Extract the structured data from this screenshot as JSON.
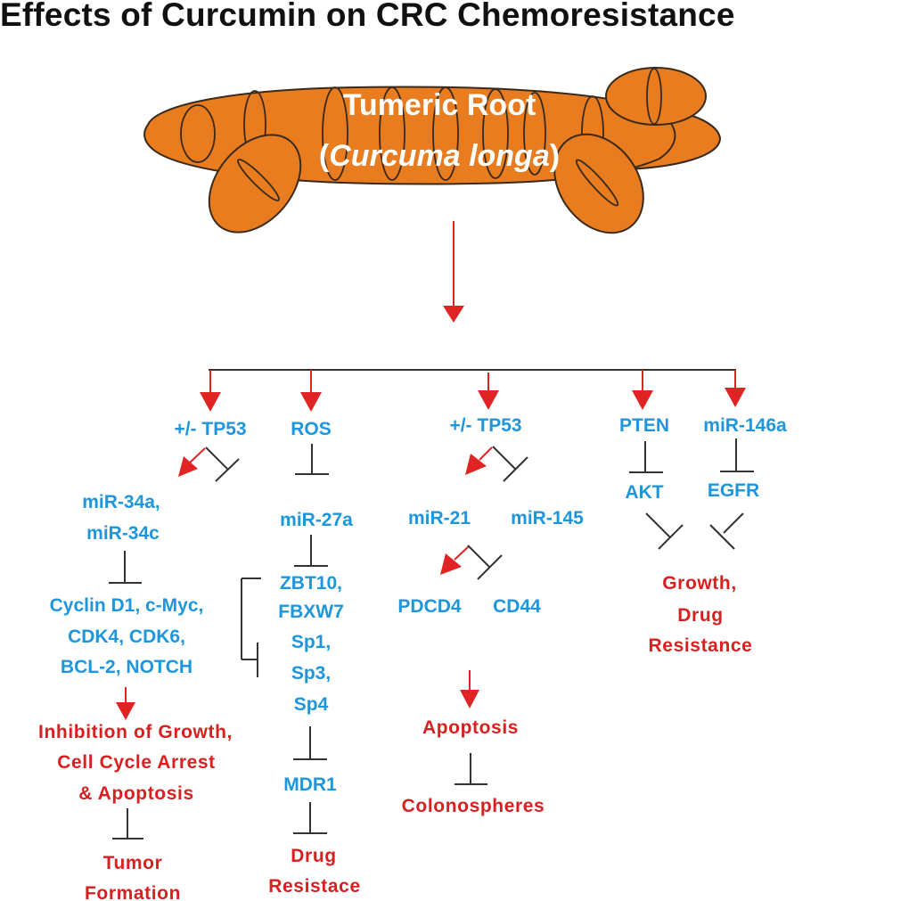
{
  "title": "Effects of Curcumin on CRC Chemoresistance",
  "source": {
    "line1": "Tumeric Root",
    "line2_open": "(",
    "line2_italic": "Curcuma longa",
    "line2_close": ")"
  },
  "colors": {
    "root_fill": "#e87c1e",
    "node_blue": "#1e96dc",
    "outcome_red": "#d91f1f",
    "activation_arrow": "#e02424",
    "inhibition_line": "#333333"
  },
  "branches": {
    "b1": {
      "top": "+/- TP53",
      "mirs": [
        "miR-34a,",
        "miR-34c"
      ],
      "targets": [
        "Cyclin D1, c-Myc,",
        "CDK4, CDK6,",
        "BCL-2, NOTCH"
      ],
      "outcome": [
        "Inhibition of Growth,",
        "Cell Cycle Arrest",
        "& Apoptosis"
      ],
      "final": [
        "Tumor",
        "Formation"
      ]
    },
    "b2": {
      "top": "ROS",
      "mir": "miR-27a",
      "targets": [
        "ZBT10,",
        "FBXW7",
        "Sp1,",
        "Sp3,",
        "Sp4"
      ],
      "gene": "MDR1",
      "final": [
        "Drug",
        "Resistace"
      ]
    },
    "b3": {
      "top": "+/- TP53",
      "mir_left": "miR-21",
      "mir_right": "miR-145",
      "target_left": "PDCD4",
      "target_right": "CD44",
      "outcome": "Apoptosis",
      "final": "Colonospheres"
    },
    "b4": {
      "top_left": "PTEN",
      "top_right": "miR-146a",
      "mid_left": "AKT",
      "mid_right": "EGFR",
      "outcome": [
        "Growth,",
        "Drug",
        "Resistance"
      ]
    }
  },
  "legend_semantics": {
    "red_arrow": "activation",
    "black_T": "inhibition"
  }
}
